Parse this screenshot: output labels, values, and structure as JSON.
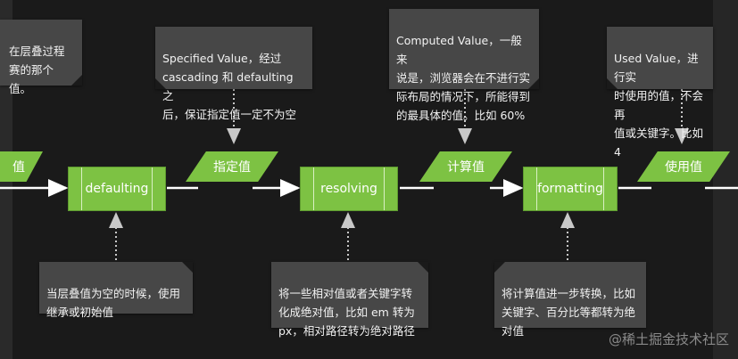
{
  "notes": {
    "top_left": "在层叠过程\n赛的那个值。",
    "specified": "Specified Value，经过\ncascading 和 defaulting 之\n后，保证指定值一定不为空",
    "computed": "Computed Value，一般来\n说是，浏览器会在不进行实\n际布局的情况下，所能得到\n的最具体的值。比如 60%",
    "used": "Used Value，进行实\n时使用的值，不会再\n值或关键字。比如 4",
    "defaulting_note": "当层叠值为空的时候，使用\n继承或初始值",
    "resolving_note": "将一些相对值或者关键字转\n化成绝对值，比如 em 转为\npx，相对路径转为绝对路径",
    "formatting_note": "将计算值进一步转换，比如\n关键字、百分比等都转为绝\n对值"
  },
  "processes": {
    "defaulting": "defaulting",
    "resolving": "resolving",
    "formatting": "formatting"
  },
  "values": {
    "cascaded_partial": "值",
    "specified": "指定值",
    "computed": "计算值",
    "used": "使用值"
  },
  "watermark": "@稀土掘金技术社区",
  "colors": {
    "process_green": "#7dc243",
    "note_gray": "#474747",
    "background": "#1a1a1a",
    "connector": "#9a9a9a"
  }
}
